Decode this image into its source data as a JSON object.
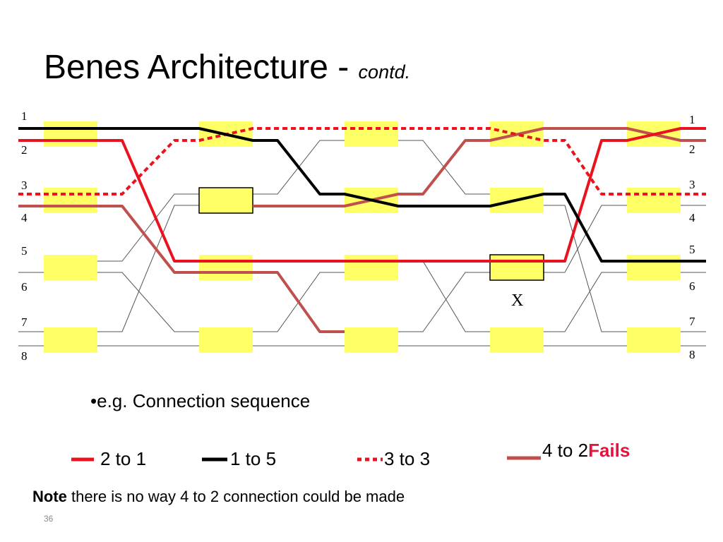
{
  "slide": {
    "title": "Benes Architecture - ",
    "title_sub": "contd.",
    "example": "•e.g. Connection sequence",
    "note_bold": "Note",
    "note_text": " there is no way 4 to 2 connection could be made",
    "page_number": "36"
  },
  "diagram": {
    "input_ports": [
      "1",
      "2",
      "3",
      "4",
      "5",
      "6",
      "7",
      "8"
    ],
    "output_ports": [
      "1",
      "2",
      "3",
      "4",
      "5",
      "6",
      "7",
      "8"
    ],
    "blocked_marker": "X",
    "colors": {
      "switch_fill": "#ffff66",
      "red": "#e8131f",
      "black": "#000000",
      "brown": "#c0504d"
    }
  },
  "legend": [
    {
      "label": "2 to 1",
      "color": "#e8131f",
      "style": "solid"
    },
    {
      "label": "1 to 5",
      "color": "#000000",
      "style": "solid"
    },
    {
      "label": "3 to 3",
      "color": "#e8131f",
      "style": "dotted"
    },
    {
      "label": "4 to 2 ",
      "extra": "Fails",
      "color": "#c0504d",
      "style": "solid"
    }
  ]
}
